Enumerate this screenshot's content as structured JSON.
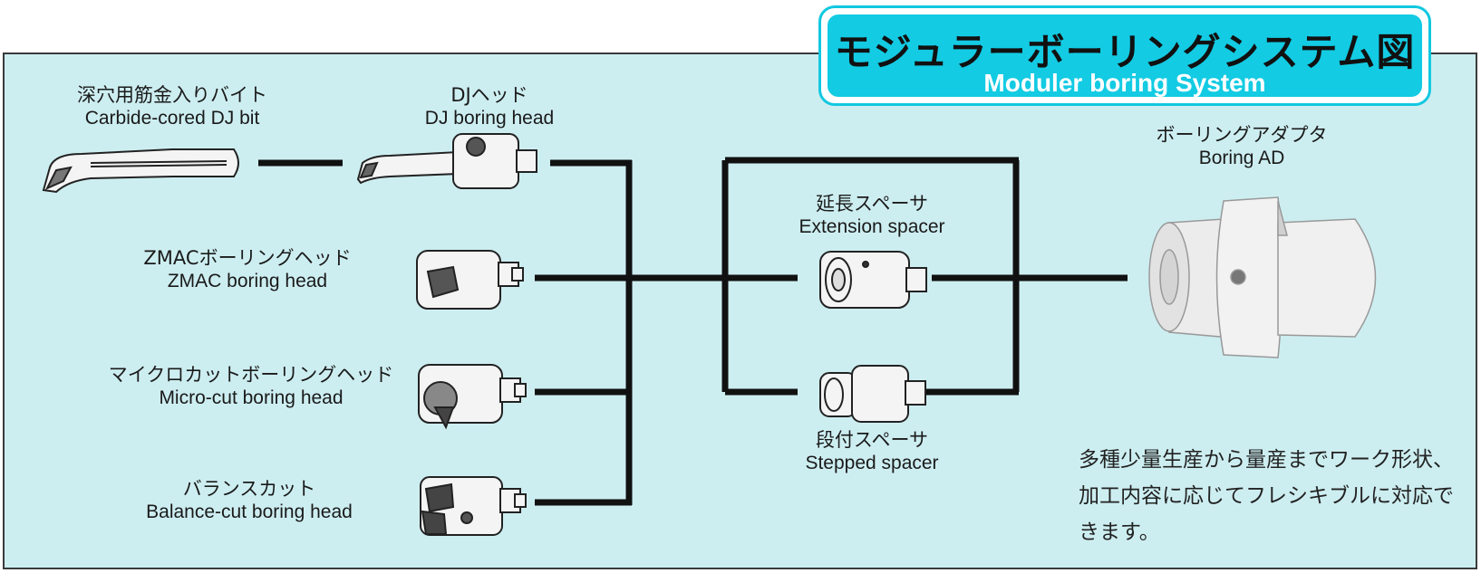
{
  "title": {
    "jp": "モジュラーボーリングシステム図",
    "en": "Moduler boring System"
  },
  "tools": [
    {
      "jp": "深穴用筋金入りバイト",
      "en": "Carbide-cored DJ bit"
    },
    {
      "jp": "DJヘッド",
      "en": "DJ boring head"
    },
    {
      "jp": "ZMACボーリングヘッド",
      "en": "ZMAC boring head"
    },
    {
      "jp": "マイクロカットボーリングヘッド",
      "en": "Micro-cut boring head"
    },
    {
      "jp": "バランスカット",
      "en": "Balance-cut boring head"
    }
  ],
  "spacers": [
    {
      "jp": "延長スペーサ",
      "en": "Extension spacer"
    },
    {
      "jp": "段付スペーサ",
      "en": "Stepped spacer"
    }
  ],
  "adapter": {
    "jp": "ボーリングアダプタ",
    "en": "Boring AD"
  },
  "note": "多種少量生産から量産までワーク形状、加工内容に応じてフレシキブルに対応できます。",
  "colors": {
    "panel": "#cdeef1",
    "title_bg": "#13cbe3",
    "title_text_en": "#ffffff",
    "lines": "#111111"
  }
}
